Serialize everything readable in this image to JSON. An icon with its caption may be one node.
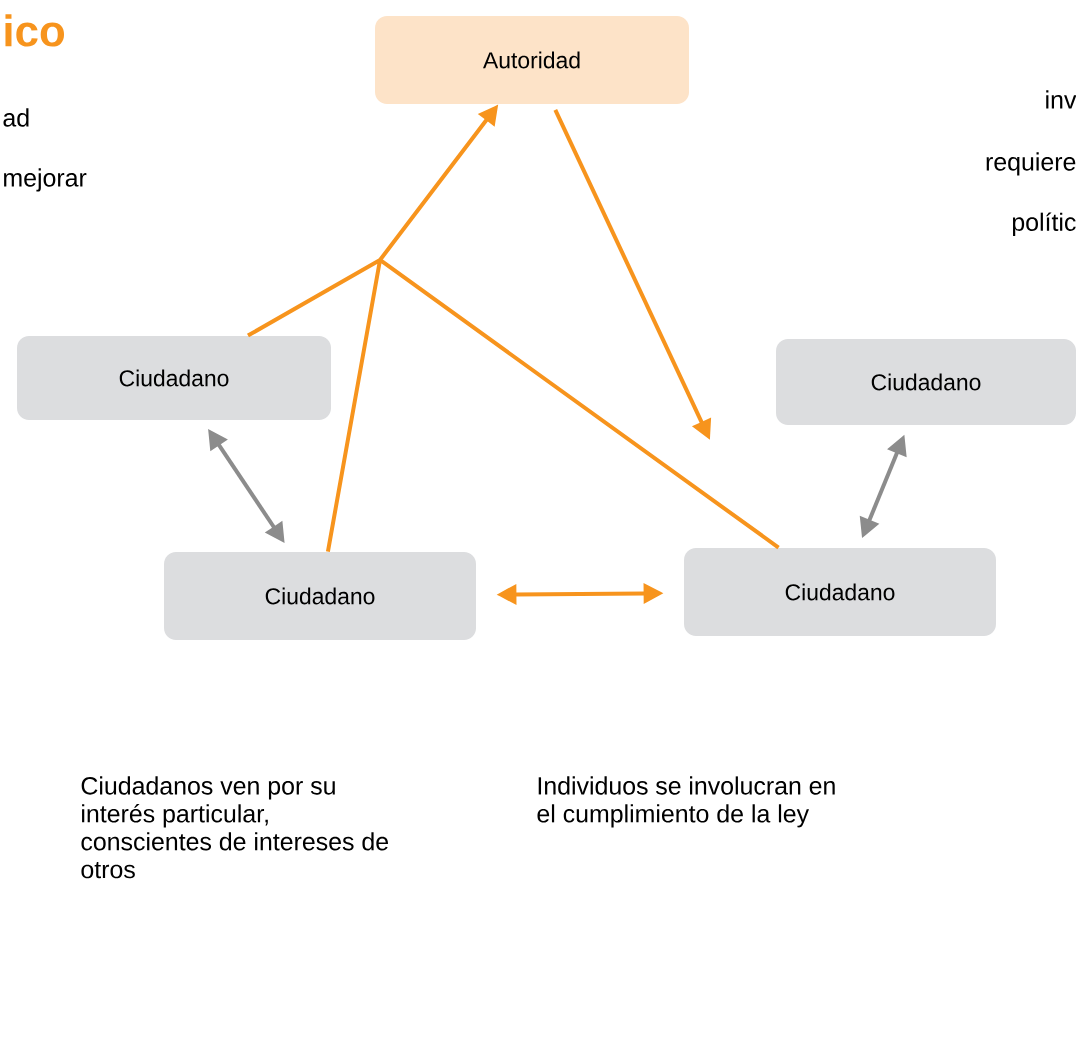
{
  "diagram": {
    "nodes": [
      {
        "text": [
          "Autoridad"
        ]
      },
      {
        "text": [
          "Ciudadano"
        ]
      },
      {
        "text": [
          "Ciudadano"
        ]
      },
      {
        "text": [
          "Ciudadano"
        ]
      },
      {
        "text": [
          "Ciudadano"
        ]
      }
    ],
    "edges": [
      {
        "from": 1,
        "to": 0,
        "arrow": "to"
      },
      {
        "from": 3,
        "to": 0,
        "arrow": "to"
      },
      {
        "from": 4,
        "to": 0,
        "arrow": "to"
      },
      {
        "from": 0,
        "to": null,
        "arrow": "to"
      },
      {
        "from": 1,
        "to": 3,
        "arrow": "both",
        "color": "#8c8c8c"
      },
      {
        "from": 3,
        "to": 4,
        "arrow": "both"
      },
      {
        "from": 2,
        "to": 4,
        "arrow": "both",
        "color": "#8c8c8c"
      }
    ],
    "labels": [
      "ico",
      "ad",
      "mejorar",
      "inv",
      "requiere",
      "polític",
      "Ciudadanos ven por su interés particular, conscientes de intereses de otros",
      "Individuos se involucran en el cumplimiento de la ley"
    ]
  }
}
